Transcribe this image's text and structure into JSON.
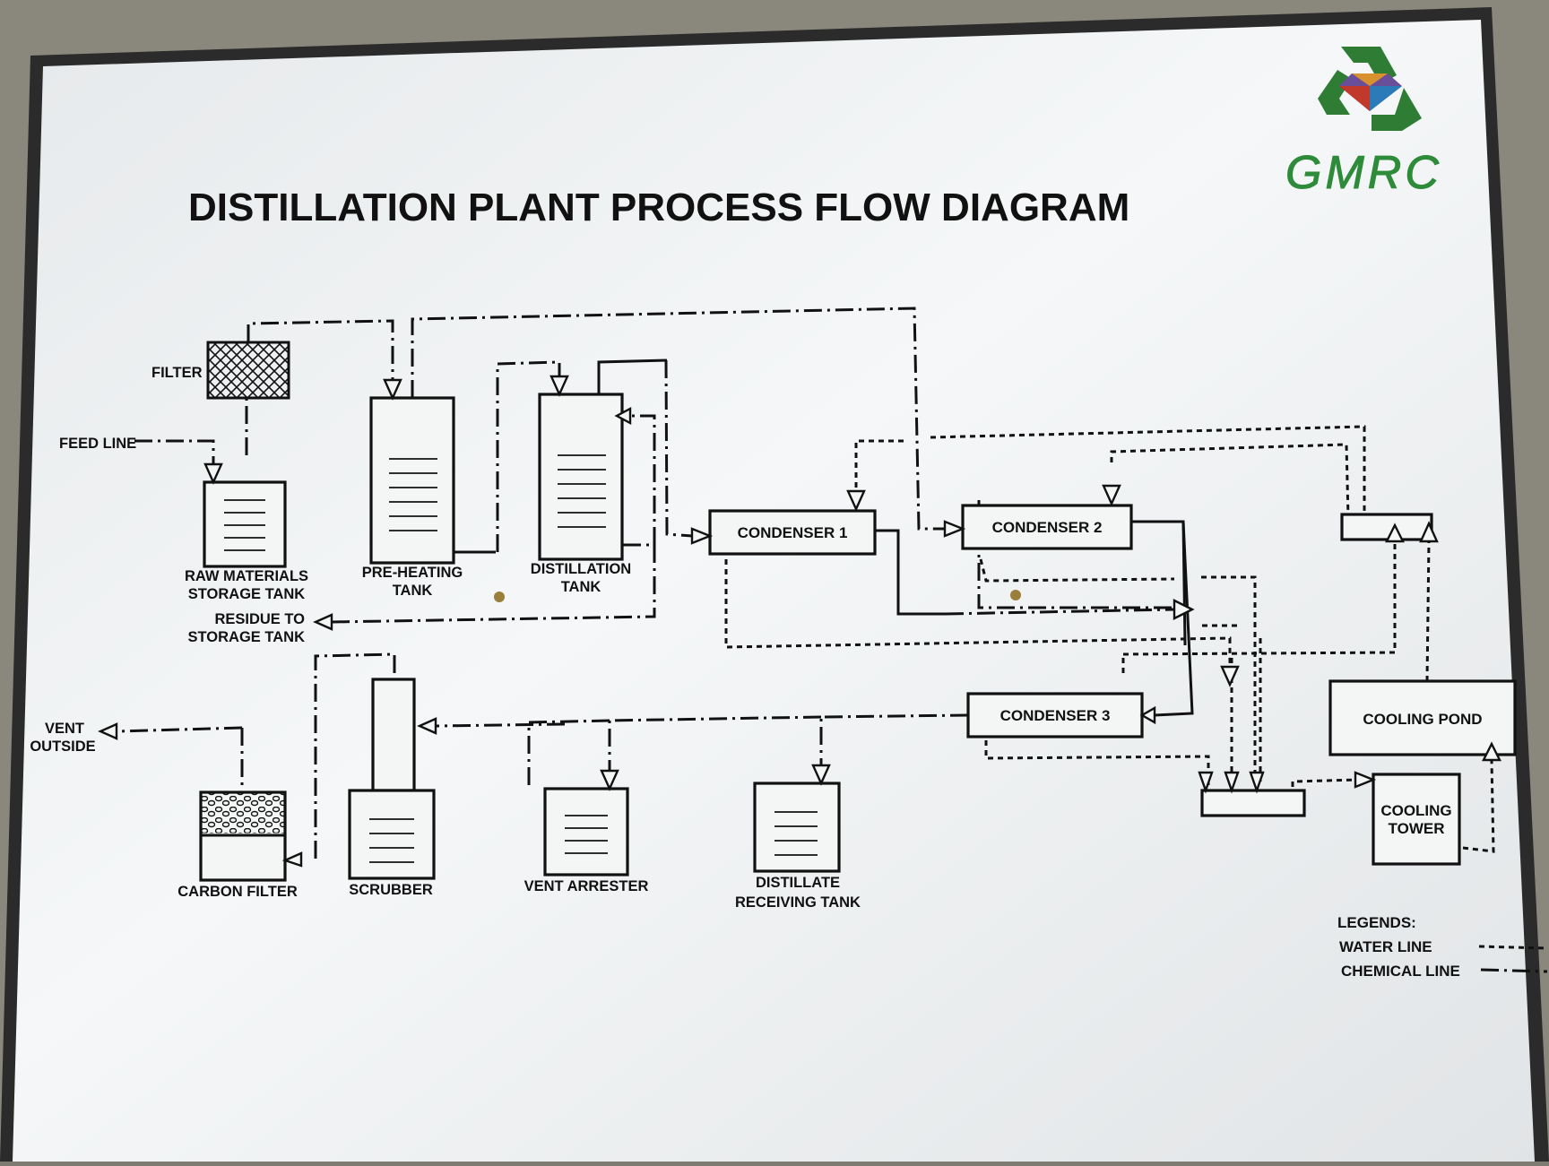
{
  "title": "DISTILLATION PLANT PROCESS FLOW DIAGRAM",
  "logo": {
    "text": "GMRC",
    "color": "#2e8b3a",
    "icon": "recycle-icon"
  },
  "labels": {
    "filter": "FILTER",
    "feed_line": "FEED LINE",
    "raw_materials_1": "RAW MATERIALS",
    "raw_materials_2": "STORAGE TANK",
    "preheating_1": "PRE-HEATING",
    "preheating_2": "TANK",
    "distillation_1": "DISTILLATION",
    "distillation_2": "TANK",
    "residue_1": "RESIDUE TO",
    "residue_2": "STORAGE TANK",
    "condenser1": "CONDENSER 1",
    "condenser2": "CONDENSER 2",
    "condenser3": "CONDENSER 3",
    "cooling_pond": "COOLING POND",
    "cooling_tower_1": "COOLING",
    "cooling_tower_2": "TOWER",
    "vent_1": "VENT",
    "vent_2": "OUTSIDE",
    "carbon_filter": "CARBON FILTER",
    "scrubber": "SCRUBBER",
    "vent_arrester": "VENT ARRESTER",
    "distillate_1": "DISTILLATE",
    "distillate_2": "RECEIVING TANK"
  },
  "legend": {
    "title": "LEGENDS:",
    "water": "WATER LINE",
    "chemical": "CHEMICAL LINE"
  }
}
